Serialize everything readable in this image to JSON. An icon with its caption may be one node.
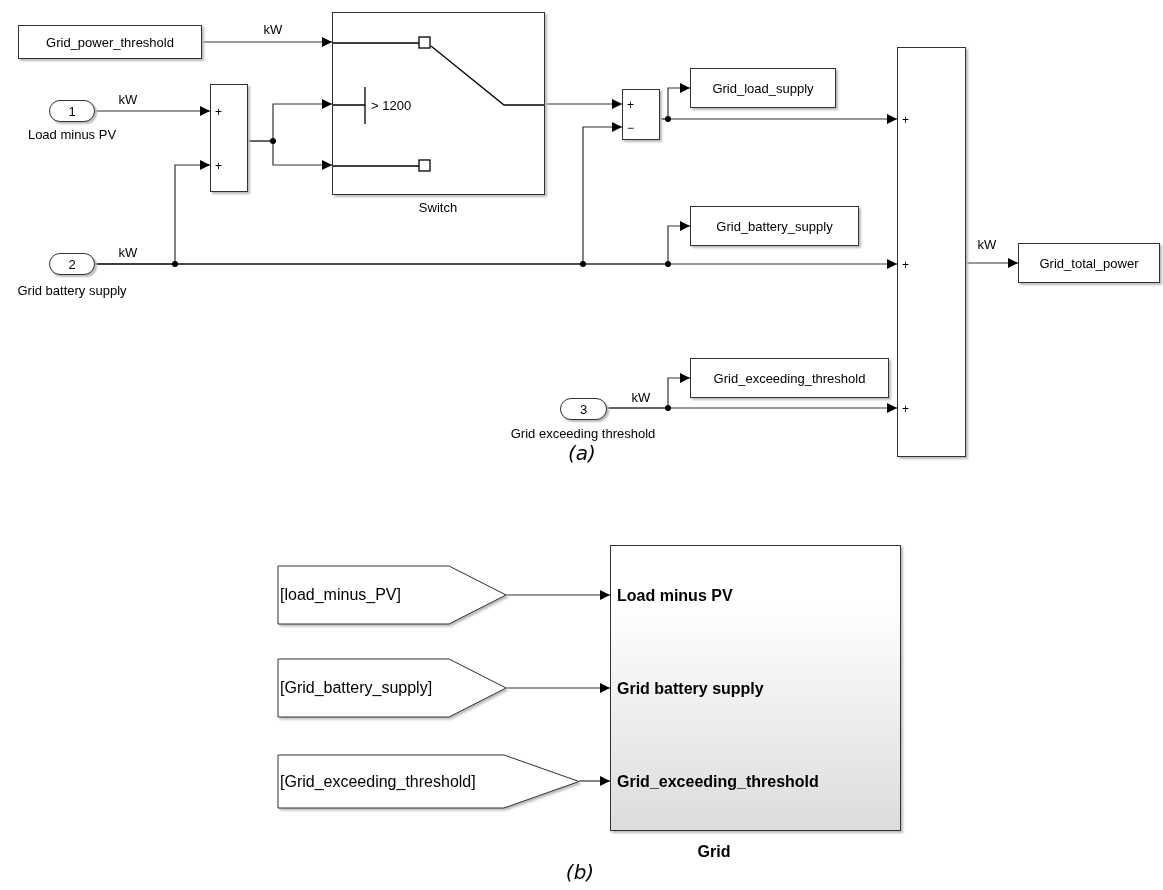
{
  "diagram": {
    "nodes": [
      {
        "text": [
          "Grid_power_threshold"
        ]
      },
      {
        "text": [
          "1"
        ],
        "beside": [
          "Load minus PV"
        ]
      },
      {
        "text": [
          "+",
          "+"
        ]
      },
      {
        "text": [
          "> 1200"
        ],
        "beside": [
          "Switch"
        ]
      },
      {
        "text": [
          "2"
        ],
        "beside": [
          "Grid battery supply"
        ]
      },
      {
        "text": [
          "+",
          "−"
        ]
      },
      {
        "text": [
          "Grid_load_supply"
        ]
      },
      {
        "text": [
          "Grid_battery_supply"
        ]
      },
      {
        "text": [
          "+",
          "+",
          "+"
        ]
      },
      {
        "text": [
          "Grid_total_power"
        ]
      },
      {
        "text": [
          "3"
        ],
        "beside": [
          "Grid exceeding threshold"
        ]
      },
      {
        "text": [
          "Grid_exceeding_threshold"
        ]
      },
      {
        "text": [
          "[load_minus_PV]"
        ]
      },
      {
        "text": [
          "[Grid_battery_supply]"
        ]
      },
      {
        "text": [
          "[Grid_exceeding_threshold]"
        ]
      },
      {
        "text": [
          "Load minus PV",
          "Grid battery supply",
          "Grid_exceeding_threshold"
        ],
        "beside": [
          "Grid"
        ]
      }
    ],
    "edges": [
      {
        "from": 0,
        "to": 3,
        "arrow": "to",
        "label": "kW"
      },
      {
        "from": 1,
        "to": 2,
        "arrow": "to",
        "label": "kW"
      },
      {
        "from": 2,
        "to": 3,
        "arrow": "to"
      },
      {
        "from": 2,
        "to": 3,
        "arrow": "to"
      },
      {
        "from": 4,
        "to": 2,
        "arrow": "to"
      },
      {
        "from": 4,
        "to": 5,
        "arrow": "to"
      },
      {
        "from": 4,
        "to": 7,
        "arrow": "to"
      },
      {
        "from": 4,
        "to": 8,
        "arrow": "to",
        "label": "kW"
      },
      {
        "from": 3,
        "to": 5,
        "arrow": "to"
      },
      {
        "from": 5,
        "to": 6,
        "arrow": "to"
      },
      {
        "from": 5,
        "to": 8,
        "arrow": "to"
      },
      {
        "from": 8,
        "to": 9,
        "arrow": "to",
        "label": "kW"
      },
      {
        "from": 10,
        "to": 11,
        "arrow": "to"
      },
      {
        "from": 10,
        "to": 8,
        "arrow": "to",
        "label": "kW"
      },
      {
        "from": 12,
        "to": 15,
        "arrow": "to"
      },
      {
        "from": 13,
        "to": 15,
        "arrow": "to"
      },
      {
        "from": 14,
        "to": 15,
        "arrow": "to"
      }
    ],
    "labels": [
      "(a)",
      "(b)"
    ]
  }
}
